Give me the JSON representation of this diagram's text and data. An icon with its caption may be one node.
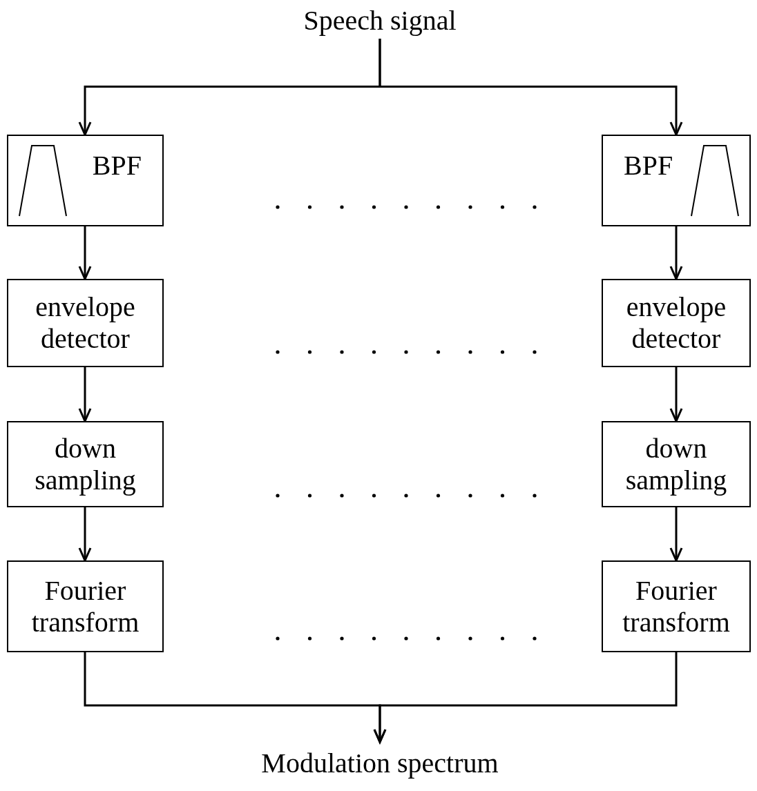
{
  "diagram": {
    "nodes": [
      {
        "text": [
          "Speech signal"
        ]
      },
      {
        "text": [
          "BPF"
        ]
      },
      {
        "text": [
          "BPF"
        ]
      },
      {
        "text": [
          "envelope detector"
        ]
      },
      {
        "text": [
          "envelope detector"
        ]
      },
      {
        "text": [
          "down sampling"
        ]
      },
      {
        "text": [
          "down sampling"
        ]
      },
      {
        "text": [
          "Fourier transform"
        ]
      },
      {
        "text": [
          "Fourier transform"
        ]
      },
      {
        "text": [
          "Modulation spectrum"
        ]
      }
    ],
    "edges": [
      {
        "from": 0,
        "to": 1,
        "arrow": "to"
      },
      {
        "from": 0,
        "to": 2,
        "arrow": "to"
      },
      {
        "from": 1,
        "to": 3,
        "arrow": "to"
      },
      {
        "from": 2,
        "to": 4,
        "arrow": "to"
      },
      {
        "from": 3,
        "to": 5,
        "arrow": "to"
      },
      {
        "from": 4,
        "to": 6,
        "arrow": "to"
      },
      {
        "from": 5,
        "to": 7,
        "arrow": "to"
      },
      {
        "from": 6,
        "to": 8,
        "arrow": "to"
      },
      {
        "from": 7,
        "to": 9,
        "arrow": "to"
      },
      {
        "from": 8,
        "to": 9,
        "arrow": "to"
      }
    ]
  }
}
